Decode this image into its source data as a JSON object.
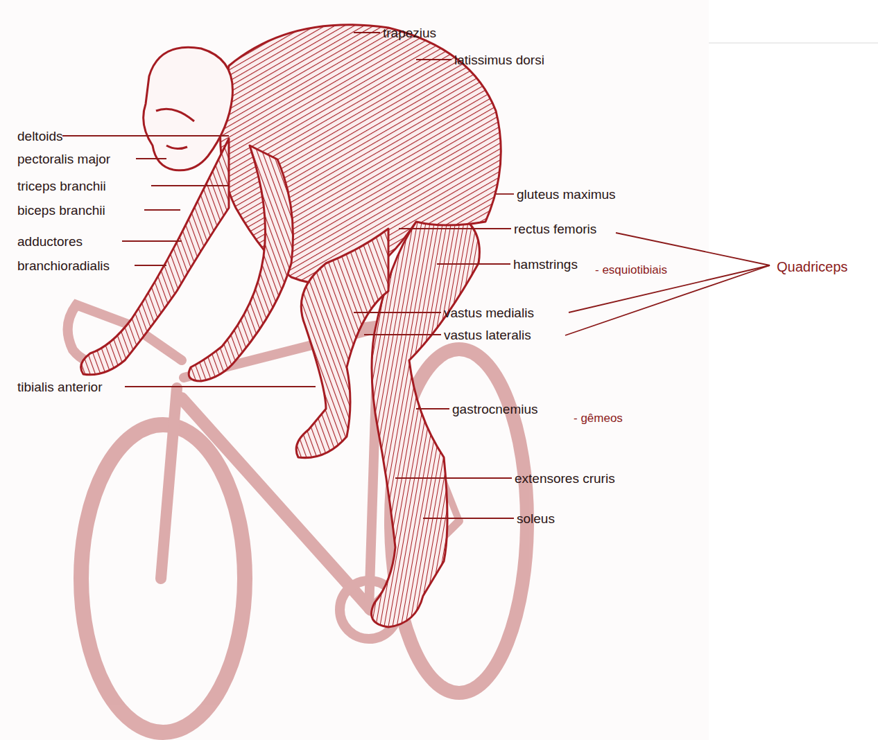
{
  "diagram": {
    "labels": [
      "trapezius",
      "latissimus dorsi",
      "deltoids",
      "pectoralis major",
      "triceps branchii",
      "biceps branchii",
      "adductores",
      "branchioradialis",
      "gluteus maximus",
      "rectus femoris",
      "hamstrings",
      "- esquiotibiais",
      "Quadriceps",
      "vastus medialis",
      "vastus lateralis",
      "tibialis anterior",
      "gastrocnemius",
      "- gêmeos",
      "extensores cruris",
      "soleus"
    ]
  }
}
